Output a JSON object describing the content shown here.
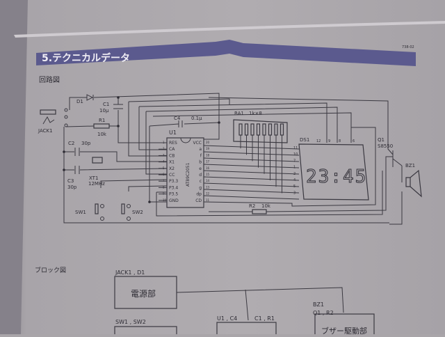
{
  "header": {
    "title": "5.テクニカルデータ",
    "page_code": "738-02",
    "band_color": "#5b5a8e"
  },
  "schematic": {
    "heading": "回路図",
    "jack": "JACK1",
    "diode": "D1",
    "c1": {
      "name": "C1",
      "value": "10μ"
    },
    "r1": {
      "name": "R1",
      "value": "10k"
    },
    "c2": {
      "name": "C2",
      "value": "30p"
    },
    "c3": {
      "name": "C3",
      "value": "30p"
    },
    "xt1": {
      "name": "XT1",
      "value": "12MHz"
    },
    "c4": {
      "name": "C4",
      "value": "0.1μ"
    },
    "u1": {
      "name": "U1",
      "part": "AT89C2051",
      "left_pins": [
        "RES",
        "CA",
        "CB",
        "X1",
        "X2",
        "CC",
        "P3.3",
        "P3.4",
        "P3.5",
        "GND"
      ],
      "left_nums": [
        "1",
        "2",
        "3",
        "4",
        "5",
        "6",
        "7",
        "8",
        "9",
        "10"
      ],
      "right_pins": [
        "VCC",
        "a",
        "f",
        "b",
        "e",
        "d",
        "c",
        "g",
        "dp",
        "CD"
      ],
      "right_nums": [
        "20",
        "19",
        "18",
        "17",
        "16",
        "15",
        "14",
        "13",
        "12",
        "11"
      ]
    },
    "sw1": "SW1",
    "sw2": "SW2",
    "ra1": {
      "name": "RA1",
      "value": "1k×8"
    },
    "ds1": {
      "name": "DS1",
      "display": "23:45",
      "top_pins": [
        "12",
        "9",
        "8",
        "6"
      ],
      "left_pins": [
        "11",
        "10",
        "7",
        "1",
        "2",
        "4",
        "5",
        "3"
      ]
    },
    "q1": {
      "name": "Q1",
      "part": "S8550"
    },
    "bz1": "BZ1",
    "r2": {
      "name": "R2",
      "value": "10k"
    }
  },
  "block_diagram": {
    "heading": "ブロック図",
    "blocks": [
      {
        "parts": "JACK1 , D1",
        "label": "電源部"
      },
      {
        "parts": "SW1 , SW2",
        "label": ""
      },
      {
        "parts": "U1 , C4",
        "parts2": "C1 , R1",
        "label": ""
      },
      {
        "parts": "BZ1",
        "parts2": "Q1 , R2",
        "label": "ブザー駆動部"
      }
    ]
  }
}
